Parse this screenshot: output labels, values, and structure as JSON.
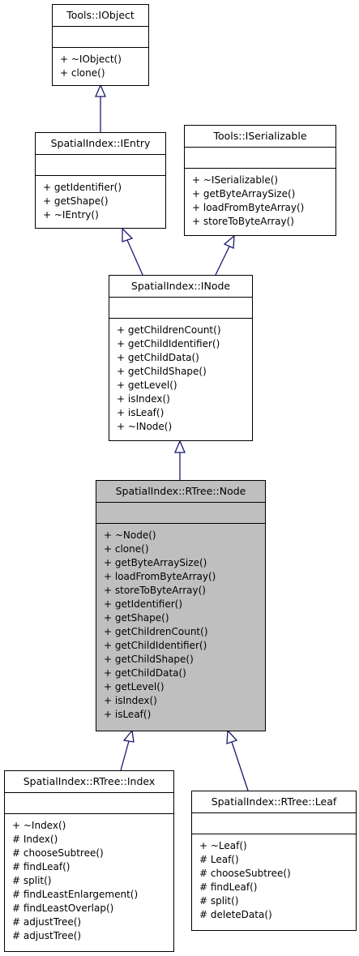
{
  "classes": {
    "iobject": {
      "name": "Tools::IObject",
      "ops": [
        "+ ~IObject()",
        "+ clone()"
      ]
    },
    "ientry": {
      "name": "SpatialIndex::IEntry",
      "ops": [
        "+ getIdentifier()",
        "+ getShape()",
        "+ ~IEntry()"
      ]
    },
    "iserializable": {
      "name": "Tools::ISerializable",
      "ops": [
        "+ ~ISerializable()",
        "+ getByteArraySize()",
        "+ loadFromByteArray()",
        "+ storeToByteArray()"
      ]
    },
    "inode": {
      "name": "SpatialIndex::INode",
      "ops": [
        "+ getChildrenCount()",
        "+ getChildIdentifier()",
        "+ getChildData()",
        "+ getChildShape()",
        "+ getLevel()",
        "+ isIndex()",
        "+ isLeaf()",
        "+ ~INode()"
      ]
    },
    "node": {
      "name": "SpatialIndex::RTree::Node",
      "ops": [
        "+ ~Node()",
        "+ clone()",
        "+ getByteArraySize()",
        "+ loadFromByteArray()",
        "+ storeToByteArray()",
        "+ getIdentifier()",
        "+ getShape()",
        "+ getChildrenCount()",
        "+ getChildIdentifier()",
        "+ getChildShape()",
        "+ getChildData()",
        "+ getLevel()",
        "+ isIndex()",
        "+ isLeaf()"
      ]
    },
    "index": {
      "name": "SpatialIndex::RTree::Index",
      "ops": [
        "+ ~Index()",
        "# Index()",
        "# chooseSubtree()",
        "# findLeaf()",
        "# split()",
        "# findLeastEnlargement()",
        "# findLeastOverlap()",
        "# adjustTree()",
        "# adjustTree()"
      ]
    },
    "leaf": {
      "name": "SpatialIndex::RTree::Leaf",
      "ops": [
        "+ ~Leaf()",
        "# Leaf()",
        "# chooseSubtree()",
        "# findLeaf()",
        "# split()",
        "# deleteData()"
      ]
    }
  },
  "relations": [
    {
      "from": "ientry",
      "to": "iobject",
      "kind": "inheritance"
    },
    {
      "from": "inode",
      "to": "ientry",
      "kind": "inheritance"
    },
    {
      "from": "inode",
      "to": "iserializable",
      "kind": "inheritance"
    },
    {
      "from": "node",
      "to": "inode",
      "kind": "inheritance"
    },
    {
      "from": "index",
      "to": "node",
      "kind": "inheritance"
    },
    {
      "from": "leaf",
      "to": "node",
      "kind": "inheritance"
    }
  ],
  "colors": {
    "edge": "#191970",
    "box_border": "#000000",
    "focus_fill": "#bfbfbf",
    "box_fill": "#ffffff"
  }
}
